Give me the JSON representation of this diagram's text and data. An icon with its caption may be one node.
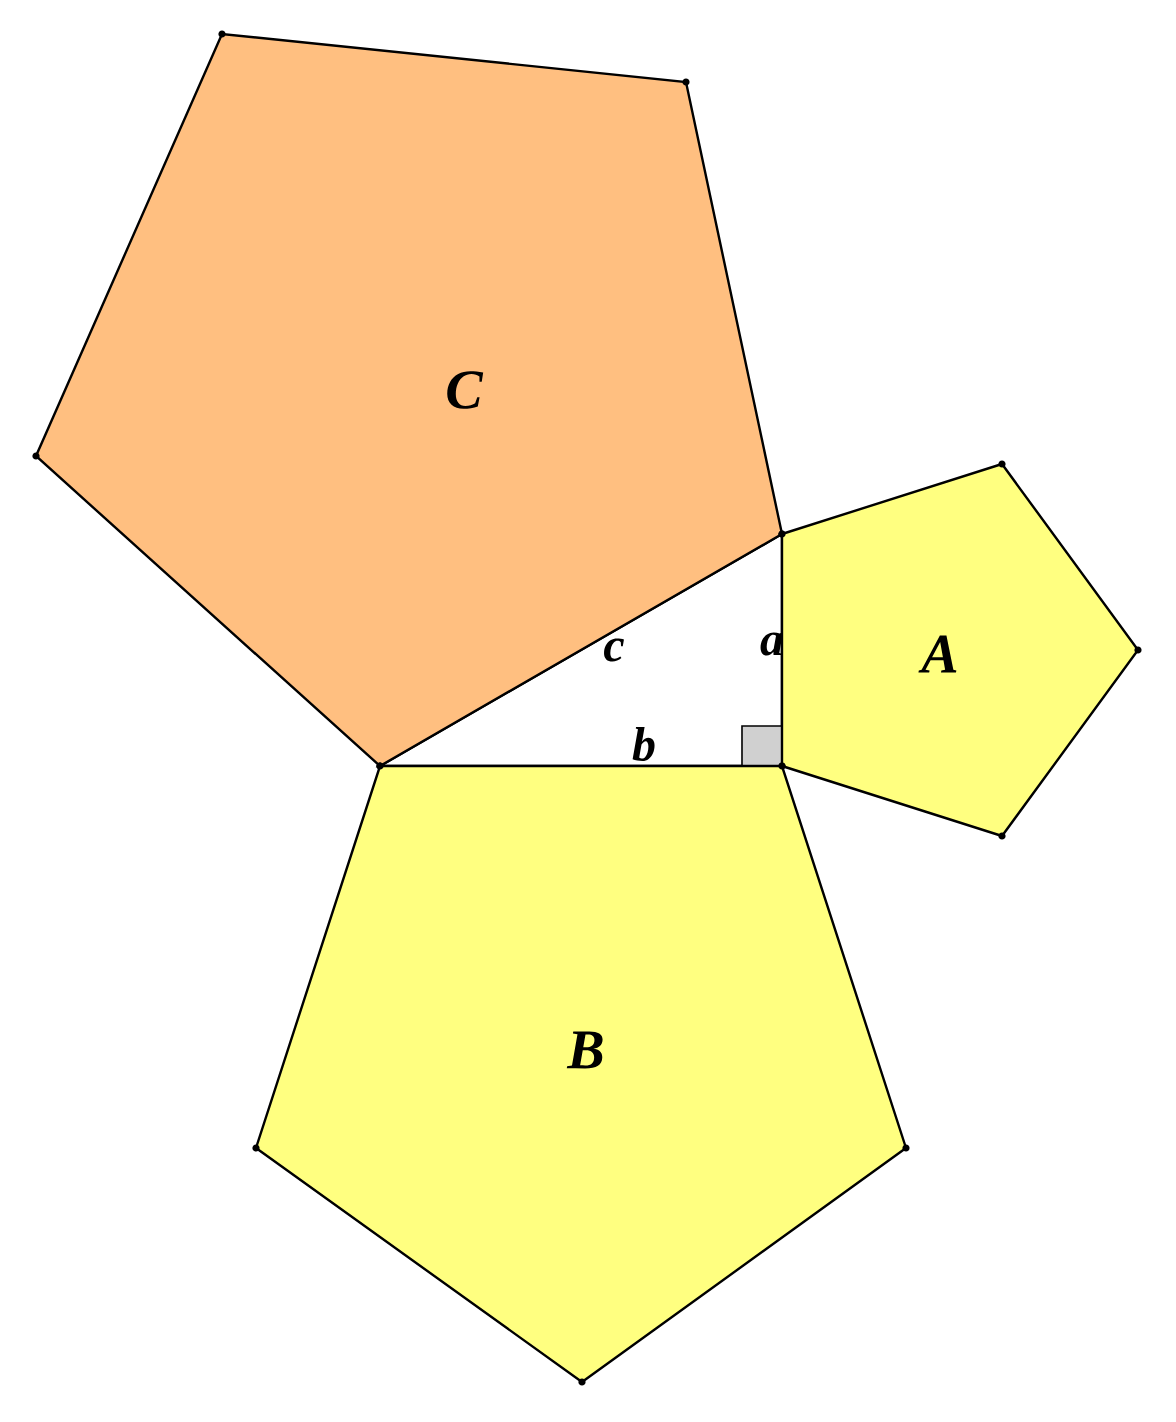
{
  "diagram": {
    "nodes": [
      {
        "text": [
          "C"
        ]
      },
      {
        "text": [
          "A"
        ]
      },
      {
        "text": [
          "B"
        ]
      }
    ],
    "labels": [
      "c",
      "a",
      "b"
    ]
  }
}
